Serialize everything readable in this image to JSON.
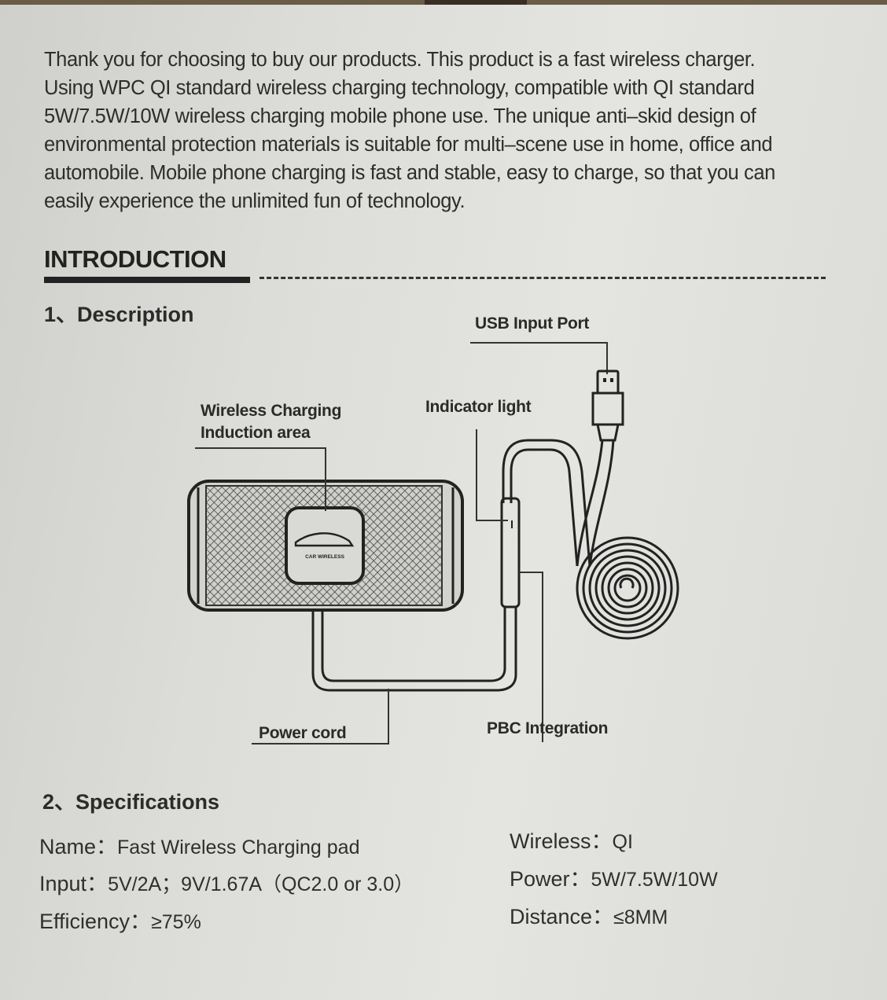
{
  "intro_text": "Thank you for choosing to buy our products. This product is a fast wireless charger. Using WPC QI standard wireless charging technology, compatible with QI standard 5W/7.5W/10W wireless charging mobile phone use. The unique anti–skid design of environmental protection materials is suitable for multi–scene use in home, office and automobile. Mobile phone charging is fast and stable, easy to charge, so that you can easily experience the unlimited fun of technology.",
  "intro_lines": [
    "Thank you for choosing to buy our products. This product is a fast wireless charger.",
    "Using WPC QI standard wireless charging technology, compatible with QI standard",
    "5W/7.5W/10W wireless charging mobile phone use. The unique anti–skid design of",
    "environmental protection materials is suitable for multi–scene use in home, office and",
    "automobile. Mobile phone charging is fast and stable, easy to charge, so that you can",
    "easily experience the unlimited fun of technology."
  ],
  "section_title": "INTRODUCTION",
  "description_heading": "1、Description",
  "diagram": {
    "labels": {
      "usb_input_port": "USB Input Port",
      "wireless_charging_line1": "Wireless Charging",
      "wireless_charging_line2": "Induction area",
      "indicator_light": "Indicator light",
      "power_cord": "Power cord",
      "pbc_integration": "PBC Integration",
      "pad_logo_text": "CAR WIRELESS"
    }
  },
  "specifications_heading": "2、Specifications",
  "specs": {
    "name_label": "Name：",
    "name_value": "Fast Wireless Charging pad",
    "input_label": "Input：",
    "input_value": "5V/2A；9V/1.67A（QC2.0 or 3.0）",
    "efficiency_label": "Efficiency：",
    "efficiency_value": "≥75%",
    "wireless_label": "Wireless：",
    "wireless_value": "QI",
    "power_label": "Power：",
    "power_value": "5W/7.5W/10W",
    "distance_label": "Distance：",
    "distance_value": "≤8MM"
  }
}
